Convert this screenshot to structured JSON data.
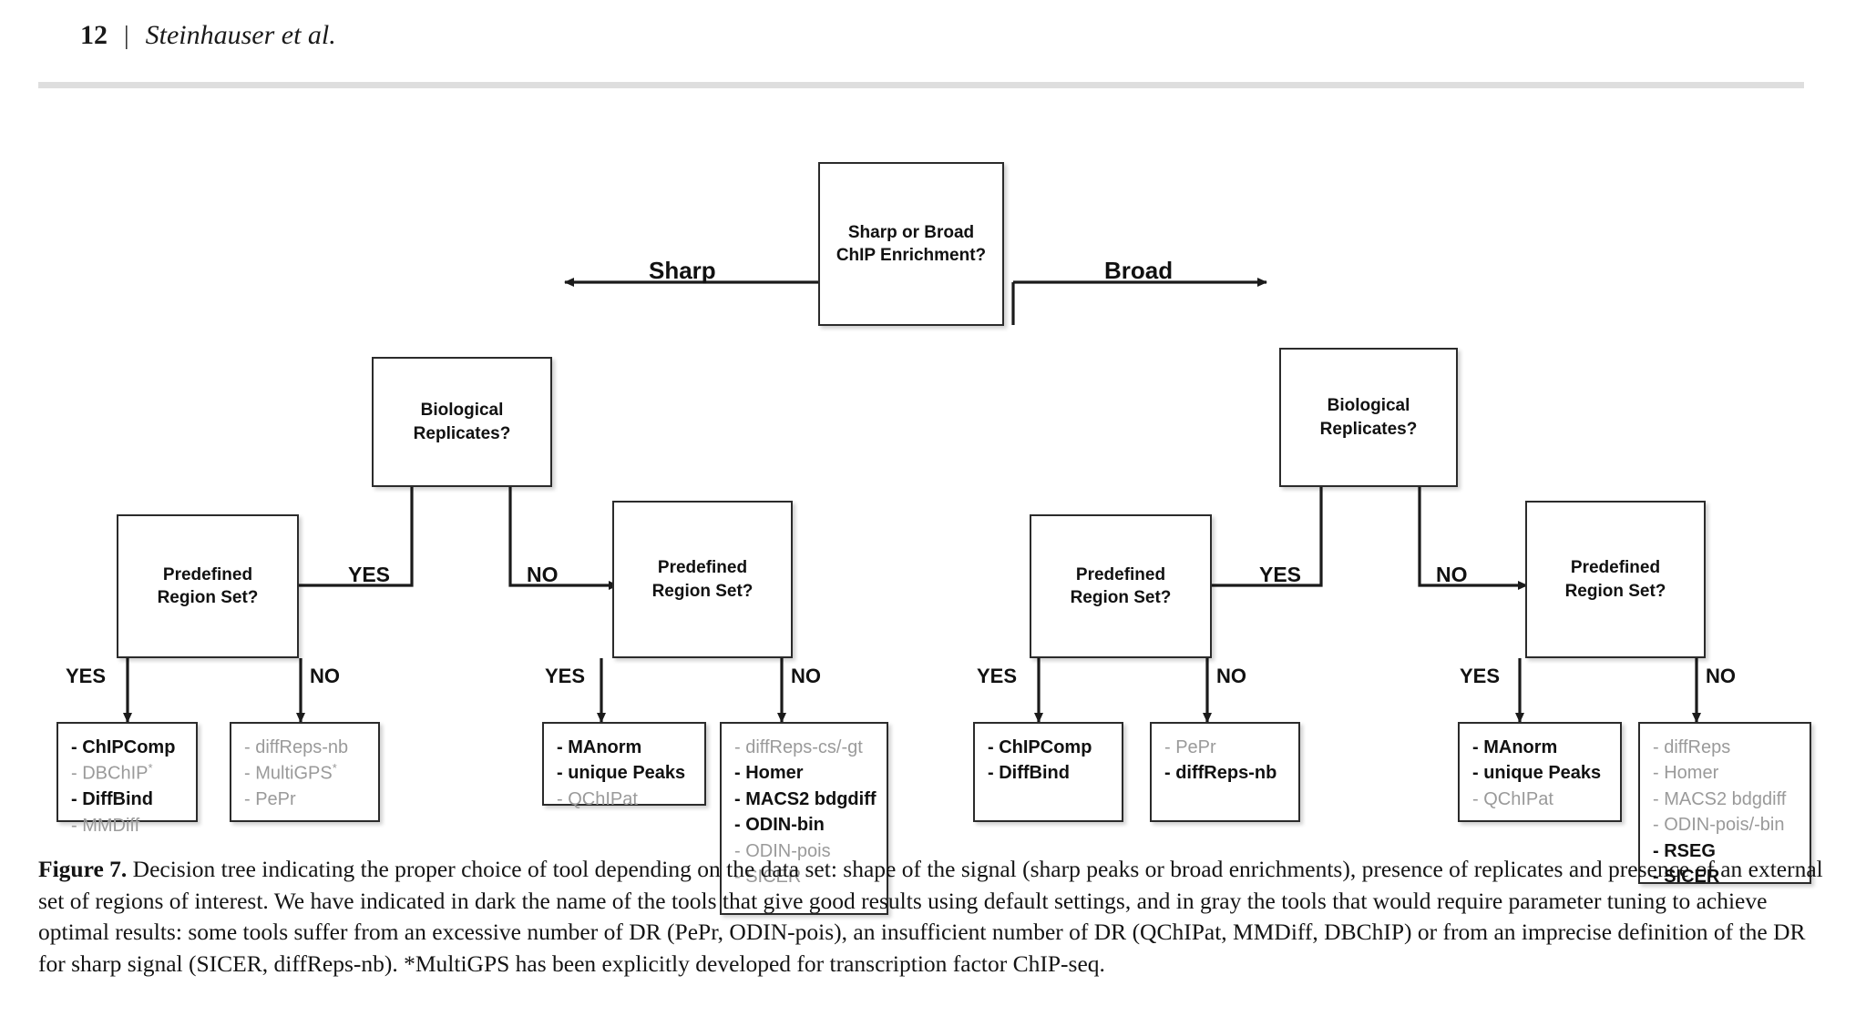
{
  "header": {
    "page_number": "12",
    "separator": "|",
    "authors": "Steinhauser et al."
  },
  "figure": {
    "root": {
      "line1": "Sharp or Broad",
      "line2": "ChIP Enrichment?"
    },
    "branch_labels": {
      "sharp": "Sharp",
      "broad": "Broad"
    },
    "decision_replicates": {
      "line1": "Biological",
      "line2": "Replicates?"
    },
    "decision_region": {
      "line1": "Predefined",
      "line2": "Region Set?"
    },
    "answers": {
      "yes": "YES",
      "no": "NO"
    },
    "leaf_boxes": [
      {
        "id": "sharp-replicates-yes-region-yes",
        "tools": [
          {
            "label": "- ChIPComp",
            "style": "dark",
            "star": false
          },
          {
            "label": "- DBChIP",
            "style": "gray",
            "star": true
          },
          {
            "label": "- DiffBind",
            "style": "dark",
            "star": false
          },
          {
            "label": "- MMDiff",
            "style": "gray",
            "star": false
          }
        ]
      },
      {
        "id": "sharp-replicates-yes-region-no",
        "tools": [
          {
            "label": "- diffReps-nb",
            "style": "gray",
            "star": false
          },
          {
            "label": "- MultiGPS",
            "style": "gray",
            "star": true
          },
          {
            "label": "- PePr",
            "style": "gray",
            "star": false
          }
        ]
      },
      {
        "id": "sharp-replicates-no-region-yes",
        "tools": [
          {
            "label": "- MAnorm",
            "style": "dark",
            "star": false
          },
          {
            "label": "- unique Peaks",
            "style": "dark",
            "star": false
          },
          {
            "label": "- QChIPat",
            "style": "gray",
            "star": false
          }
        ]
      },
      {
        "id": "sharp-replicates-no-region-no",
        "tools": [
          {
            "label": "- diffReps-cs/-gt",
            "style": "gray",
            "star": false
          },
          {
            "label": "- Homer",
            "style": "dark",
            "star": false
          },
          {
            "label": "- MACS2 bdgdiff",
            "style": "dark",
            "star": false
          },
          {
            "label": "- ODIN-bin",
            "style": "dark",
            "star": false
          },
          {
            "label": "- ODIN-pois",
            "style": "gray",
            "star": false
          },
          {
            "label": "- SICER",
            "style": "gray",
            "star": false
          }
        ]
      },
      {
        "id": "broad-replicates-yes-region-yes",
        "tools": [
          {
            "label": "- ChIPComp",
            "style": "dark",
            "star": false
          },
          {
            "label": "- DiffBind",
            "style": "dark",
            "star": false
          }
        ]
      },
      {
        "id": "broad-replicates-yes-region-no",
        "tools": [
          {
            "label": "- PePr",
            "style": "gray",
            "star": false
          },
          {
            "label": "- diffReps-nb",
            "style": "dark",
            "star": false
          }
        ]
      },
      {
        "id": "broad-replicates-no-region-yes",
        "tools": [
          {
            "label": "- MAnorm",
            "style": "dark",
            "star": false
          },
          {
            "label": "- unique Peaks",
            "style": "dark",
            "star": false
          },
          {
            "label": "- QChIPat",
            "style": "gray",
            "star": false
          }
        ]
      },
      {
        "id": "broad-replicates-no-region-no",
        "tools": [
          {
            "label": "- diffReps",
            "style": "gray",
            "star": false
          },
          {
            "label": "- Homer",
            "style": "gray",
            "star": false
          },
          {
            "label": "- MACS2 bdgdiff",
            "style": "gray",
            "star": false
          },
          {
            "label": "- ODIN-pois/-bin",
            "style": "gray",
            "star": false
          },
          {
            "label": "- RSEG",
            "style": "dark",
            "star": false
          },
          {
            "label": "- SICER",
            "style": "dark",
            "star": false
          }
        ]
      }
    ]
  },
  "caption": {
    "label": "Figure 7.",
    "text": " Decision tree indicating the proper choice of tool depending on the data set: shape of the signal (sharp peaks or broad enrichments), presence of replicates and presence of an external set of regions of interest. We have indicated in dark the name of the tools that give good results using default settings, and in gray the tools that would require parameter tuning to achieve optimal results: some tools suffer from an excessive number of DR (PePr, ODIN-pois), an insufficient number of DR (QChIPat, MMDiff, DBChIP) or from an imprecise definition of the DR for sharp signal (SICER, diffReps-nb). *MultiGPS has been explicitly developed for transcription factor ChIP-seq."
  },
  "colors": {
    "rule": "#dedede",
    "box_border": "#2b2b2b",
    "dark_text": "#111111",
    "gray_text": "#9a9a9a"
  }
}
